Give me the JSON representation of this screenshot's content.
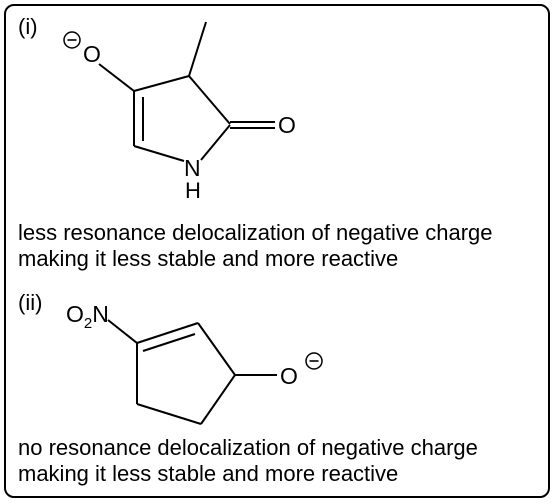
{
  "panels": [
    {
      "marker": "(i)",
      "atoms": {
        "oxide": "O",
        "carbonyl_o": "O",
        "nitrogen": "N",
        "hydrogen": "H"
      },
      "charge": "−",
      "caption_line1": "less resonance delocalization of negative charge",
      "caption_line2": "making it less stable and more reactive"
    },
    {
      "marker": "(ii)",
      "nitro": {
        "o": "O",
        "sub": "2",
        "n": "N"
      },
      "atoms": {
        "oxide": "O"
      },
      "charge": "−",
      "caption_line1": "no resonance delocalization of negative charge",
      "caption_line2": "making it less stable and more reactive"
    }
  ]
}
